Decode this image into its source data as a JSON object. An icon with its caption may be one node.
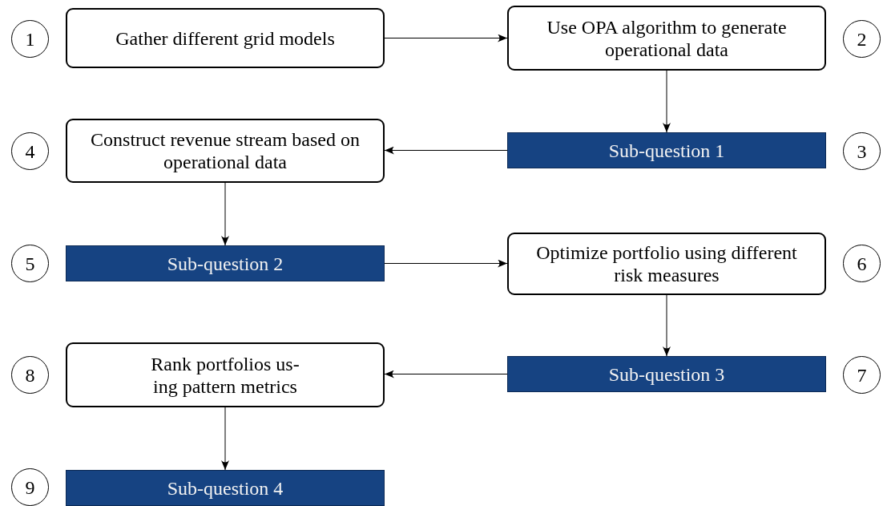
{
  "diagram": {
    "nodes": [
      {
        "text": [
          "1"
        ]
      },
      {
        "text": [
          "Gather different grid models"
        ]
      },
      {
        "text": [
          "Use OPA algorithm to generate operational data"
        ]
      },
      {
        "text": [
          "2"
        ]
      },
      {
        "text": [
          "4"
        ]
      },
      {
        "text": [
          "Construct revenue stream based on operational data"
        ]
      },
      {
        "text": [
          "Sub-question 1"
        ]
      },
      {
        "text": [
          "3"
        ]
      },
      {
        "text": [
          "5"
        ]
      },
      {
        "text": [
          "Sub-question 2"
        ]
      },
      {
        "text": [
          "Optimize portfolio using different risk measures"
        ]
      },
      {
        "text": [
          "6"
        ]
      },
      {
        "text": [
          "8"
        ]
      },
      {
        "text": [
          "Rank portfolios us- ing pattern metrics"
        ]
      },
      {
        "text": [
          "Sub-question 3"
        ]
      },
      {
        "text": [
          "7"
        ]
      },
      {
        "text": [
          "9"
        ]
      },
      {
        "text": [
          "Sub-question 4"
        ]
      }
    ],
    "edges": [
      {
        "from": 1,
        "to": 2,
        "arrow": "to"
      },
      {
        "from": 2,
        "to": 6,
        "arrow": "to"
      },
      {
        "from": 6,
        "to": 5,
        "arrow": "to"
      },
      {
        "from": 5,
        "to": 9,
        "arrow": "to"
      },
      {
        "from": 9,
        "to": 10,
        "arrow": "to"
      },
      {
        "from": 10,
        "to": 14,
        "arrow": "to"
      },
      {
        "from": 14,
        "to": 13,
        "arrow": "to"
      },
      {
        "from": 13,
        "to": 17,
        "arrow": "to"
      }
    ]
  }
}
